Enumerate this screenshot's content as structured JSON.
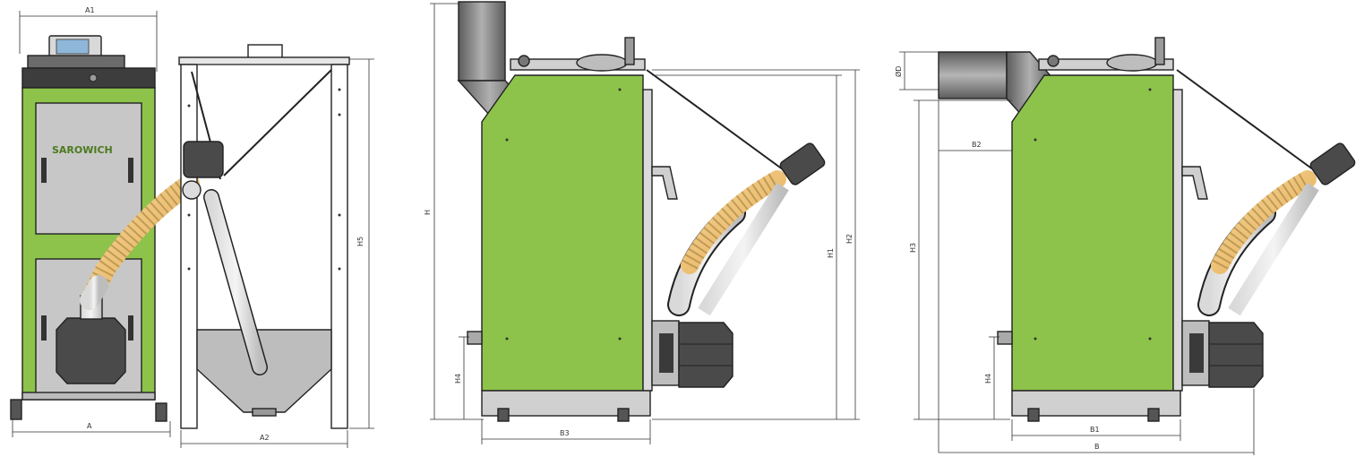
{
  "brand": "SAROWICH",
  "dimension_labels": {
    "A1": "A1",
    "A": "A",
    "A2": "A2",
    "H": "H",
    "H1": "H1",
    "H2": "H2",
    "H3": "H3",
    "H4": "H4",
    "H5": "H5",
    "B": "B",
    "B1": "B1",
    "B2": "B2",
    "B3": "B3",
    "D1": "ØD"
  },
  "colors": {
    "boiler_green": "#8dc34a",
    "boiler_green_dark": "#6a9e2f",
    "door_gray": "#c7c7c7",
    "pipe_gray": "#8f8f8f",
    "auger_yellow": "#f2c472",
    "burner_dark": "#4a4a4a",
    "outline": "#222222"
  }
}
